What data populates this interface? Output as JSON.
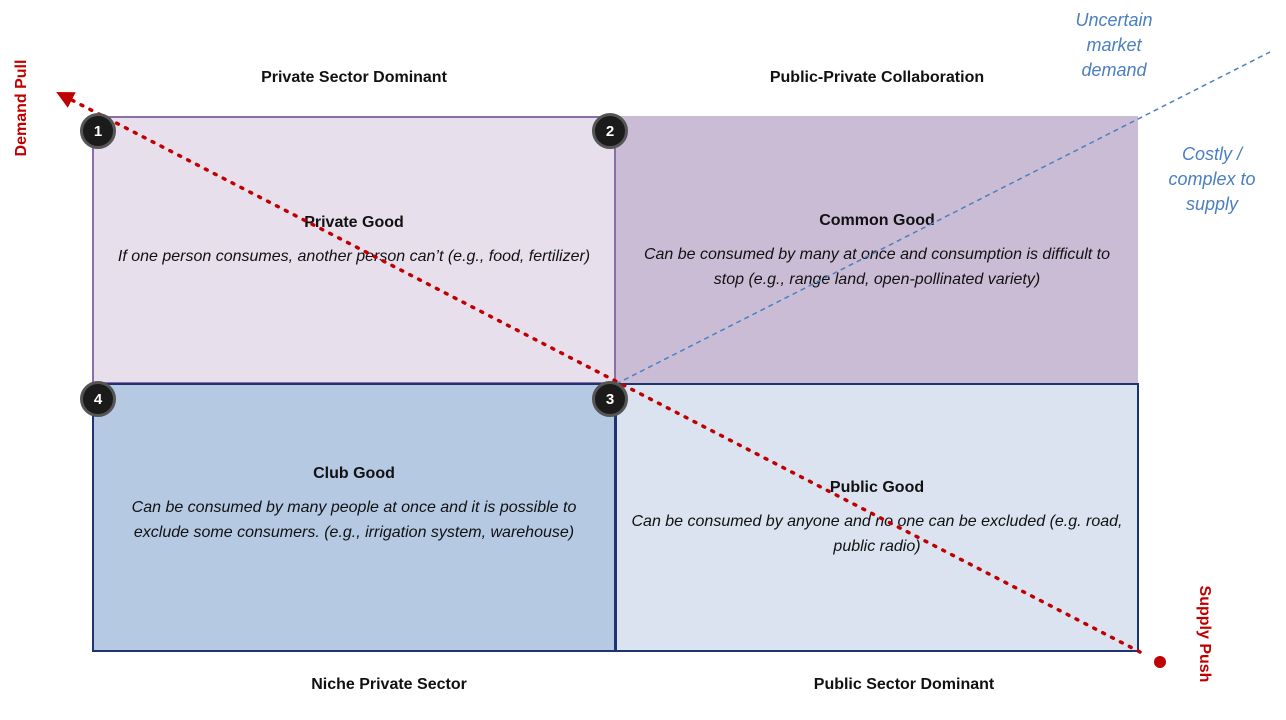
{
  "headings": {
    "top_left": "Private Sector Dominant",
    "top_right": "Public-Private Collaboration",
    "bottom_left": "Niche Private Sector",
    "bottom_right": "Public Sector Dominant"
  },
  "quadrants": {
    "private_good": {
      "title": "Private Good",
      "description": "If one person consumes, another person can’t (e.g., food, fertilizer)"
    },
    "common_good": {
      "title": "Common Good",
      "description": "Can be consumed by many at once and consumption is difficult to stop (e.g., range land, open-pollinated variety)"
    },
    "club_good": {
      "title": "Club Good",
      "description": "Can be consumed by many people at once and it is possible to exclude some consumers. (e.g., irrigation system, warehouse)"
    },
    "public_good": {
      "title": "Public Good",
      "description": "Can be consumed by anyone and no one can be excluded (e.g. road, public radio)"
    }
  },
  "badges": [
    "1",
    "2",
    "3",
    "4"
  ],
  "axes": {
    "demand_pull": "Demand Pull",
    "supply_push": "Supply Push"
  },
  "notes": {
    "uncertain_demand": [
      "Uncertain",
      "market",
      "demand"
    ],
    "costly_supply": [
      "Costly /",
      "complex to",
      "supply"
    ]
  },
  "colors": {
    "private_good": "#e7dfec",
    "common_good": "#cbbcd5",
    "club_good": "#b5c9e3",
    "public_good": "#dae3ef",
    "axis_red": "#c00000",
    "note_blue": "#4a7fc1"
  }
}
